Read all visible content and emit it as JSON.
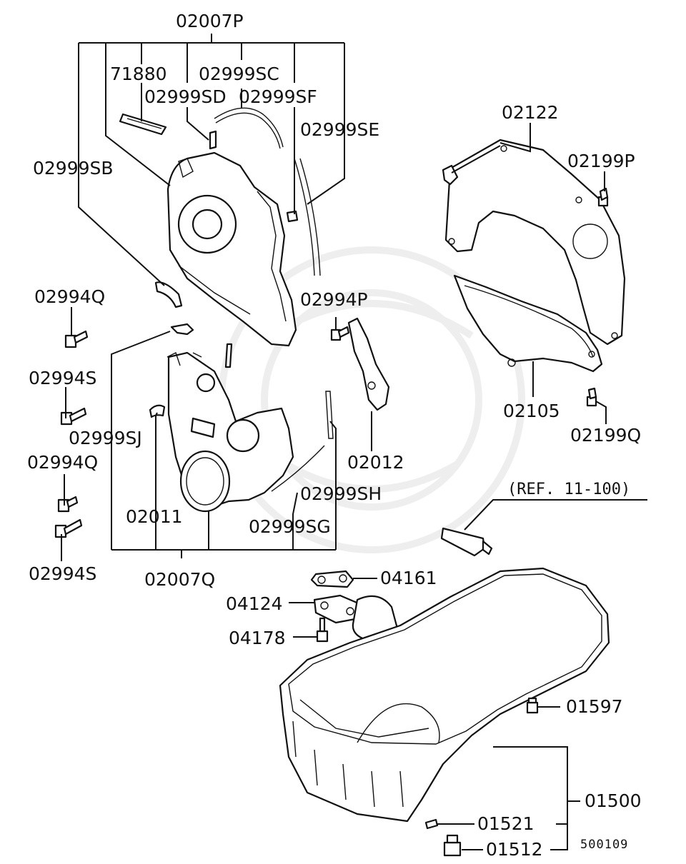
{
  "labels": {
    "l02007P": "02007P",
    "l71880": "71880",
    "l02999SC": "02999SC",
    "l02999SD": "02999SD",
    "l02999SF": "02999SF",
    "l02999SE": "02999SE",
    "l02999SB": "02999SB",
    "l02994Q_a": "02994Q",
    "l02994S_a": "02994S",
    "l02999SJ": "02999SJ",
    "l02994Q_b": "02994Q",
    "l02011": "02011",
    "l02994S_b": "02994S",
    "l02007Q": "02007Q",
    "l02994P": "02994P",
    "l02012": "02012",
    "l02999SH": "02999SH",
    "l02999SG": "02999SG",
    "l02122": "02122",
    "l02199P": "02199P",
    "l02105": "02105",
    "l02199Q": "02199Q",
    "ref": "(REF. 11-100)",
    "l04161": "04161",
    "l04124": "04124",
    "l04178": "04178",
    "l01597": "01597",
    "l01500": "01500",
    "l01521": "01521",
    "l01512": "01512",
    "code": "500109"
  }
}
